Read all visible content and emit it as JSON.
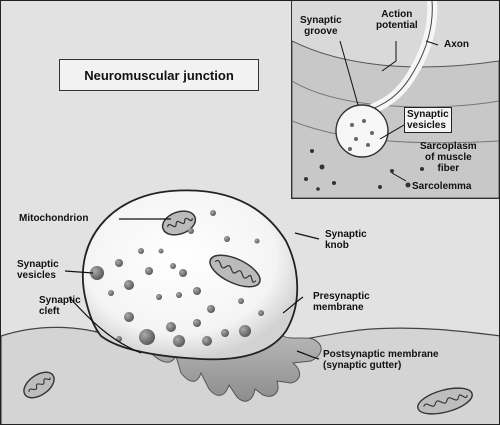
{
  "title": "Neuromuscular junction",
  "labels": {
    "mitochondrion": "Mitochondrion",
    "synaptic_vesicles": "Synaptic\nvesicles",
    "synaptic_cleft": "Synaptic\ncleft",
    "synaptic_knob": "Synaptic\nknob",
    "presynaptic_membrane": "Presynaptic\nmembrane",
    "postsynaptic_membrane": "Postsynaptic membrane\n(synaptic gutter)"
  },
  "inset": {
    "synaptic_groove": "Synaptic\ngroove",
    "action_potential": "Action\npotential",
    "axon": "Axon",
    "synaptic_vesicles": "Synaptic\nvesicles",
    "sarcoplasm": "Sarcoplasm\nof muscle\nfiber",
    "sarcolemma": "Sarcolemma"
  }
}
